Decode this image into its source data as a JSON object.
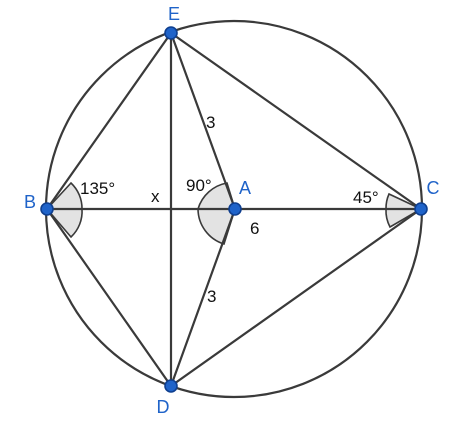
{
  "points": [
    {
      "id": "E",
      "label": "E"
    },
    {
      "id": "B",
      "label": "B"
    },
    {
      "id": "A",
      "label": "A"
    },
    {
      "id": "C",
      "label": "C"
    },
    {
      "id": "D",
      "label": "D"
    }
  ],
  "angles": {
    "angle_B": "135°",
    "angle_A": "90°",
    "angle_C": "45°"
  },
  "lengths": {
    "AE": "3",
    "AD": "3",
    "AC": "6",
    "x": "x"
  },
  "colors": {
    "point": "#1f63c9",
    "stroke": "#3a3a3a",
    "angle_fill": "#e3e3e3"
  }
}
